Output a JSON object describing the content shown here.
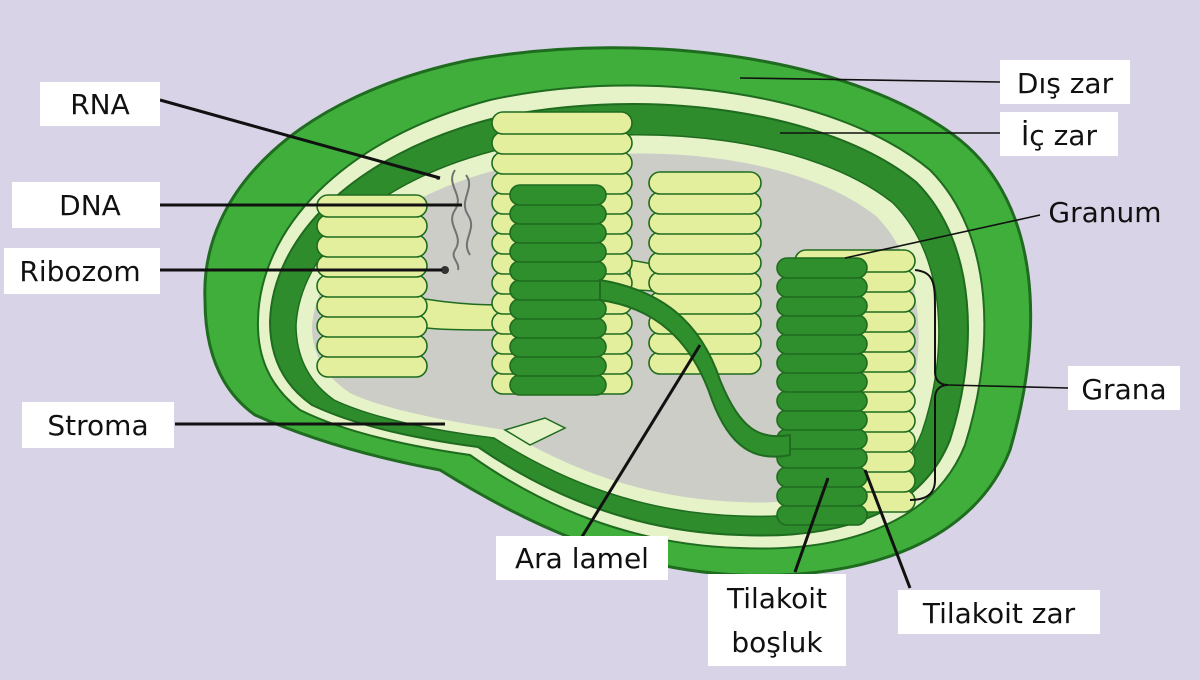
{
  "labels": {
    "rna": "RNA",
    "dna": "DNA",
    "ribozom": "Ribozom",
    "stroma": "Stroma",
    "dis_zar": "Dış zar",
    "ic_zar": "İç zar",
    "granum": "Granum",
    "grana": "Grana",
    "ara_lamel": "Ara lamel",
    "tilakoit_bosluk_line1": "Tilakoit",
    "tilakoit_bosluk_line2": "boşluk",
    "tilakoit_zar": "Tilakoit zar"
  },
  "colors": {
    "background": "#d8d3e7",
    "outer_membrane": "#3fae3a",
    "inner_membrane": "#2e8c2c",
    "membrane_gap": "#e6f3c8",
    "stroma": "#cbcdc6",
    "thylakoid_light": "#e4ef9e",
    "thylakoid_dark": "#2f8f2d"
  }
}
